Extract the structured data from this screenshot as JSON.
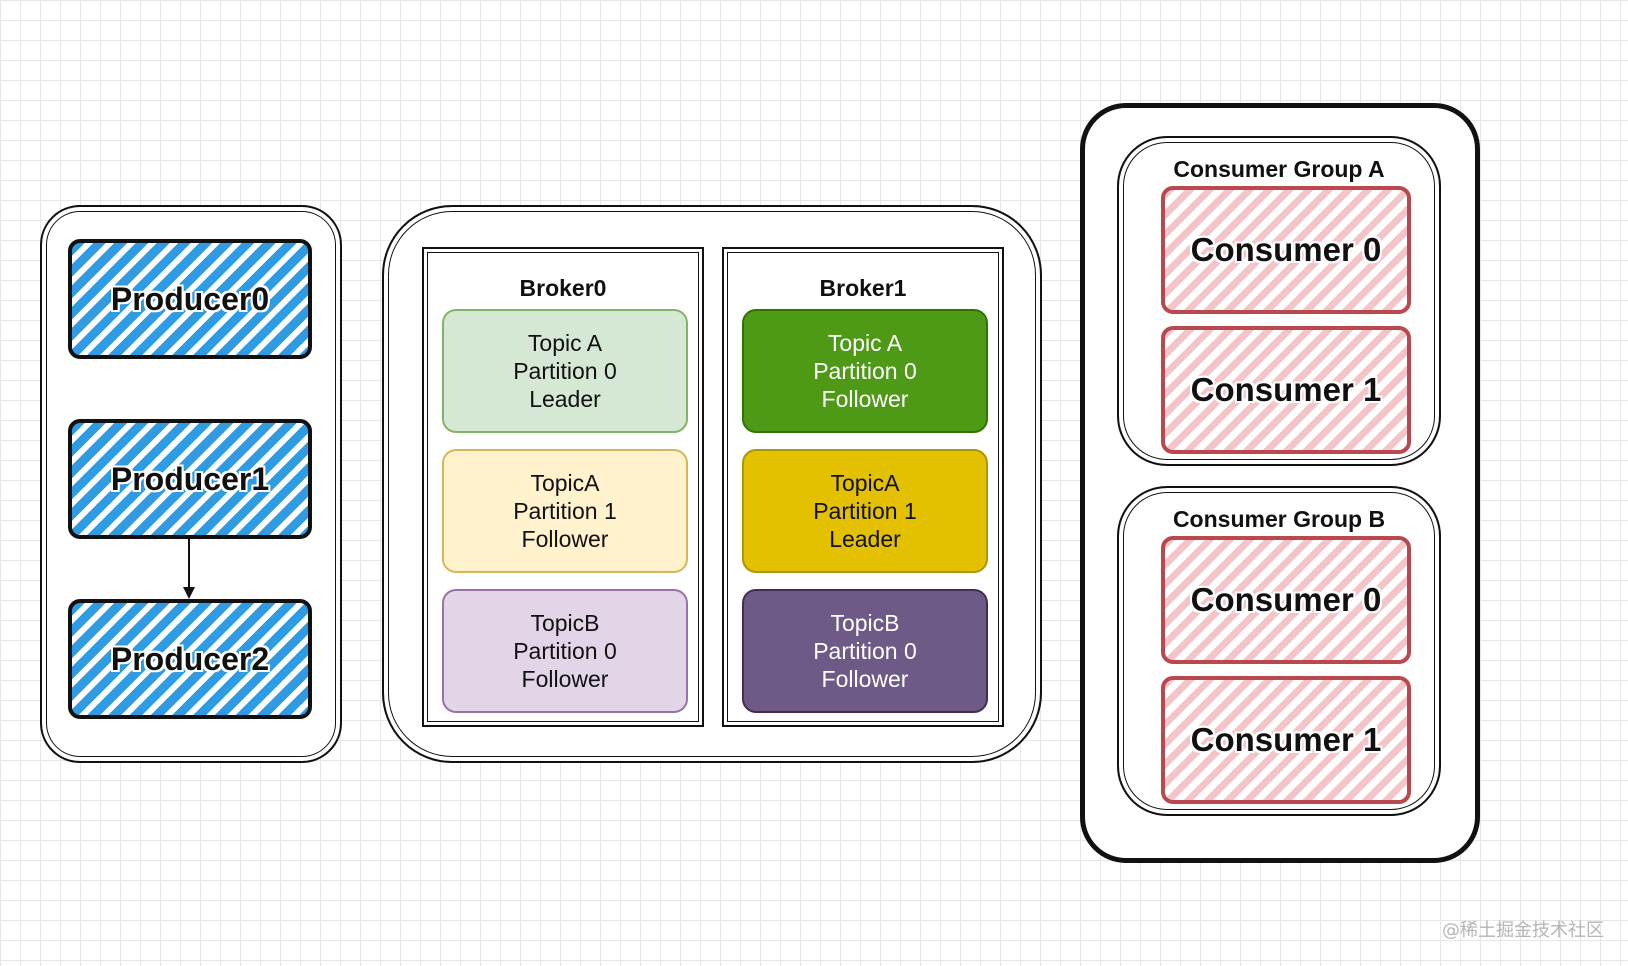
{
  "producers": {
    "items": [
      {
        "label": "Producer0"
      },
      {
        "label": "Producer1"
      },
      {
        "label": "Producer2"
      }
    ]
  },
  "brokers": [
    {
      "title": "Broker0",
      "partitions": [
        {
          "line1": "Topic A",
          "line2": "Partition 0",
          "line3": "Leader",
          "fill": "#d5e8d4",
          "stroke": "#82b366",
          "text_color": "#111111"
        },
        {
          "line1": "TopicA",
          "line2": "Partition 1",
          "line3": "Follower",
          "fill": "#fff2cc",
          "stroke": "#d6b656",
          "text_color": "#111111"
        },
        {
          "line1": "TopicB",
          "line2": "Partition 0",
          "line3": "Follower",
          "fill": "#e1d5e7",
          "stroke": "#9673a6",
          "text_color": "#111111"
        }
      ]
    },
    {
      "title": "Broker1",
      "partitions": [
        {
          "line1": "Topic A",
          "line2": "Partition 0",
          "line3": "Follower",
          "fill": "#4e9a17",
          "stroke": "#2d7600",
          "text_color": "#ffffff"
        },
        {
          "line1": "TopicA",
          "line2": "Partition 1",
          "line3": "Leader",
          "fill": "#e3c000",
          "stroke": "#b09500",
          "text_color": "#111111"
        },
        {
          "line1": "TopicB",
          "line2": "Partition 0",
          "line3": "Follower",
          "fill": "#6d5a87",
          "stroke": "#432d57",
          "text_color": "#ffffff"
        }
      ]
    }
  ],
  "consumer_groups": [
    {
      "title": "Consumer Group A",
      "consumers": [
        {
          "label": "Consumer 0"
        },
        {
          "label": "Consumer 1"
        }
      ]
    },
    {
      "title": "Consumer Group B",
      "consumers": [
        {
          "label": "Consumer 0"
        },
        {
          "label": "Consumer 1"
        }
      ]
    }
  ],
  "watermark": "@稀土掘金技术社区",
  "colors": {
    "producer_fill": "#2e9be3",
    "consumer_stroke": "#b8494f",
    "consumer_fill": "#f4c5c8"
  }
}
